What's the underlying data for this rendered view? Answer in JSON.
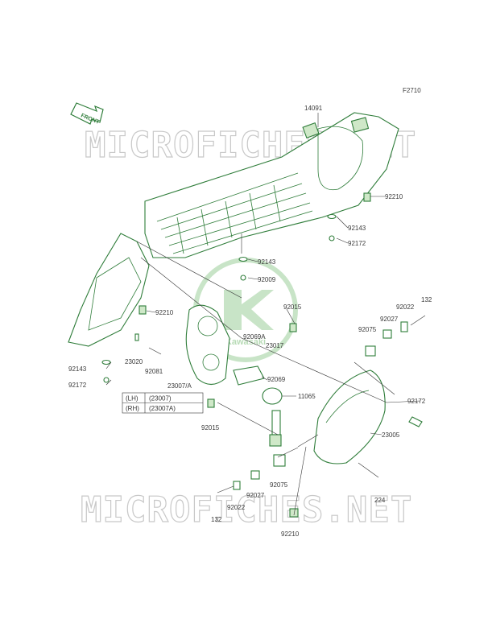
{
  "figure_id": "F2710",
  "front_label": "FRONT",
  "watermark": "MICROFICHES.NET",
  "brand_mark": "Kawasaki",
  "callouts": [
    {
      "id": "c1",
      "text": "14091"
    },
    {
      "id": "c2",
      "text": "92210"
    },
    {
      "id": "c3",
      "text": "92143"
    },
    {
      "id": "c4",
      "text": "92172"
    },
    {
      "id": "c5",
      "text": "92143"
    },
    {
      "id": "c6",
      "text": "92009"
    },
    {
      "id": "c7",
      "text": "92210"
    },
    {
      "id": "c8",
      "text": "92015"
    },
    {
      "id": "c9",
      "text": "92069A"
    },
    {
      "id": "c10",
      "text": "23017"
    },
    {
      "id": "c11",
      "text": "23020"
    },
    {
      "id": "c12",
      "text": "92081"
    },
    {
      "id": "c13",
      "text": "92069"
    },
    {
      "id": "c14",
      "text": "23007/A"
    },
    {
      "id": "c15",
      "text": "11065"
    },
    {
      "id": "c16",
      "text": "92143"
    },
    {
      "id": "c17",
      "text": "92172"
    },
    {
      "id": "c18",
      "text": "92015"
    },
    {
      "id": "c19",
      "text": "132"
    },
    {
      "id": "c20",
      "text": "92022"
    },
    {
      "id": "c21",
      "text": "92027"
    },
    {
      "id": "c22",
      "text": "92075"
    },
    {
      "id": "c23",
      "text": "92172"
    },
    {
      "id": "c24",
      "text": "23005"
    },
    {
      "id": "c25",
      "text": "92075"
    },
    {
      "id": "c26",
      "text": "92027"
    },
    {
      "id": "c27",
      "text": "92022"
    },
    {
      "id": "c28",
      "text": "132"
    },
    {
      "id": "c29",
      "text": "224"
    },
    {
      "id": "c30",
      "text": "92210"
    }
  ],
  "variant_table": [
    {
      "side": "(LH)",
      "part": "(23007)"
    },
    {
      "side": "(RH)",
      "part": "(23007A)"
    }
  ],
  "colors": {
    "line": "#2f7d3a",
    "fill": "#cfe8c8",
    "watermark": "#c8c8c8",
    "text": "#3a3a3a"
  }
}
